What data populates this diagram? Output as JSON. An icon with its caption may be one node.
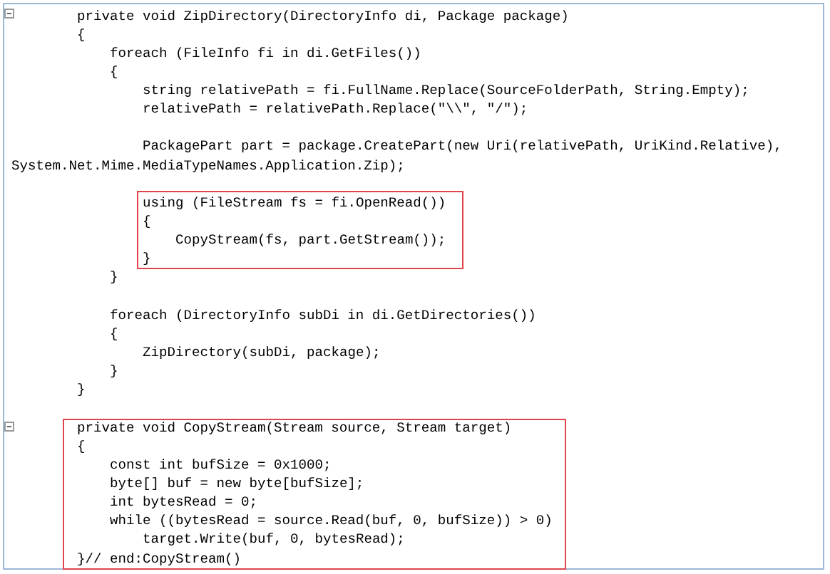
{
  "diagram": {
    "nodes": [
      {
        "text": [
          "using (FileStream fs = fi.OpenRead())",
          "{",
          "CopyStream(fs, part.GetStream());",
          "}"
        ]
      },
      {
        "text": [
          "private void CopyStream(Stream source, Stream target)",
          "{",
          "const int bufSize = 0x1000;",
          "byte[] buf = new byte[bufSize];",
          "int bytesRead = 0;",
          "while ((bytesRead = source.Read(buf, 0, bufSize)) > 0)",
          "target.Write(buf, 0, bytesRead);",
          "}// end:CopyStream()"
        ]
      }
    ],
    "labels": [
      "private void ZipDirectory(DirectoryInfo di, Package package)",
      "{",
      "foreach (FileInfo fi in di.GetFiles())",
      "{",
      "string relativePath = fi.FullName.Replace(SourceFolderPath, String.Empty);",
      "relativePath = relativePath.Replace(\"\\\\\", \"/\");",
      "PackagePart part = package.CreatePart(new Uri(relativePath, UriKind.Relative),",
      "System.Net.Mime.MediaTypeNames.Application.Zip);",
      "}",
      "foreach (DirectoryInfo subDi in di.GetDirectories())",
      "{",
      "ZipDirectory(subDi, package);",
      "}",
      "}"
    ]
  }
}
